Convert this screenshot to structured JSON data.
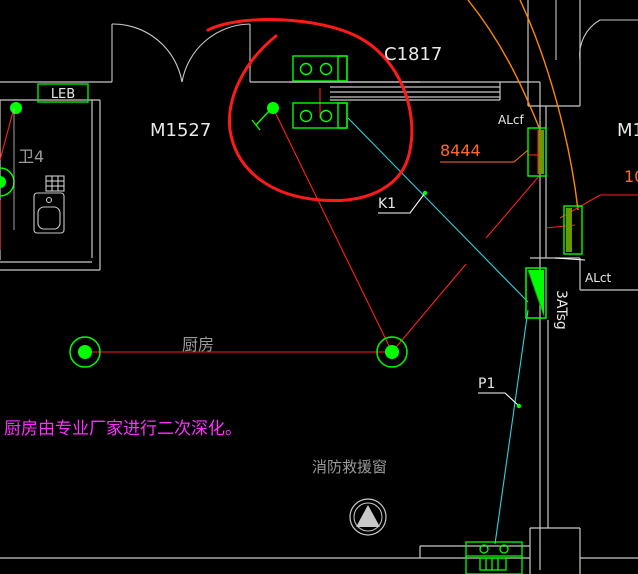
{
  "colors": {
    "background": "#000000",
    "wall": "#c8c8c8",
    "fixture": "#00ff00",
    "red_line": "#ff2020",
    "cyan_line": "#30d0e0",
    "orange_line": "#ff8800",
    "label_white": "#e8e8e8",
    "label_magenta": "#ff30ff",
    "label_orange": "#ff6a2a",
    "label_gray": "#9a9a9a",
    "annotation_circle": "#ff1a1a"
  },
  "labels": {
    "leb": "LEB",
    "c1817": "C1817",
    "m1527": "M1527",
    "alcf": "ALcf",
    "m1_partial": "M1",
    "num_8444": "8444",
    "num_10_partial": "10",
    "k1": "K1",
    "alct": "ALct",
    "three_atsg": "3ATsg",
    "p1": "P1",
    "kitchen": "厨房",
    "room_partial": "卫4",
    "kitchen_note": "厨房由专业厂家进行二次深化。",
    "fire_rescue_window": "消防救援窗"
  },
  "icons": {
    "lamp": "ceiling-lamp-icon",
    "fan": "exhaust-fan-icon",
    "panel": "distribution-panel-icon",
    "fire_window": "fire-rescue-window-icon",
    "grid_box": "grid-box-icon",
    "washbasin": "washbasin-icon",
    "unit": "equipment-unit-icon"
  }
}
